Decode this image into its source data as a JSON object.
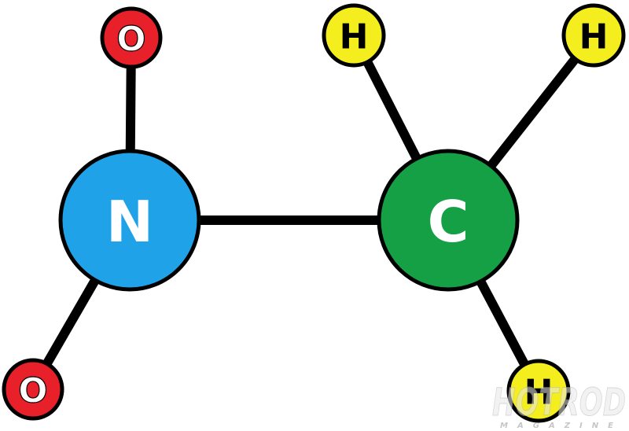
{
  "molecule": {
    "atoms": {
      "o_top": {
        "symbol": "O",
        "color": "#e8202a"
      },
      "o_bottom": {
        "symbol": "O",
        "color": "#e8202a"
      },
      "n": {
        "symbol": "N",
        "color": "#1fa2e8"
      },
      "c": {
        "symbol": "C",
        "color": "#16a046"
      },
      "h_top_mid": {
        "symbol": "H",
        "color": "#f5ee1e"
      },
      "h_top_right": {
        "symbol": "H",
        "color": "#f5ee1e"
      },
      "h_bottom_right": {
        "symbol": "H",
        "color": "#f5ee1e"
      }
    },
    "bond_color": "#000000"
  },
  "watermark": {
    "brand": "HOTROD",
    "subtitle": "MAGAZINE"
  }
}
